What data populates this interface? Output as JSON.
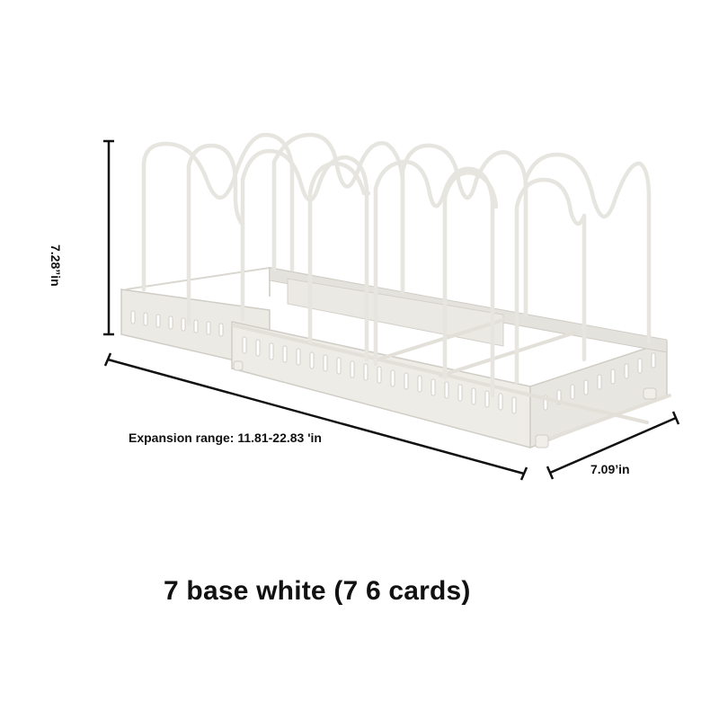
{
  "product": {
    "name": "Expandable pot lid / pan organizer rack",
    "color": "white",
    "rack_color_hex": "#eceae4",
    "rack_shadow_hex": "#d6d4cc",
    "dimension_line_color_hex": "#111111"
  },
  "dimensions": {
    "height_label": "7.28”in",
    "expansion_label": "Expansion range: 11.81-22.83 'in",
    "depth_label": "7.09’in"
  },
  "caption": {
    "text": "7 base white (7 6 cards)"
  }
}
